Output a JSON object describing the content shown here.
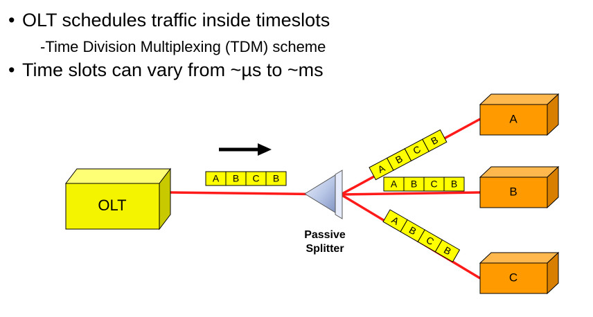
{
  "bullets": [
    {
      "text": "OLT schedules traffic inside timeslots"
    },
    {
      "text": "Time slots can vary from ~µs to ~ms"
    }
  ],
  "sub_bullet": "-Time Division Multiplexing (TDM) scheme",
  "olt": {
    "label": "OLT",
    "color": "#f4f400"
  },
  "onus": [
    {
      "label": "A",
      "color": "#ff9a00"
    },
    {
      "label": "B",
      "color": "#ff9a00"
    },
    {
      "label": "C",
      "color": "#ff9a00"
    }
  ],
  "splitter": {
    "label_line1": "Passive",
    "label_line2": "Splitter"
  },
  "packet_sequence": [
    "A",
    "B",
    "C",
    "B"
  ],
  "fiber_color": "#ff1a1a",
  "packet_color": "#ffff00",
  "direction": "downstream"
}
